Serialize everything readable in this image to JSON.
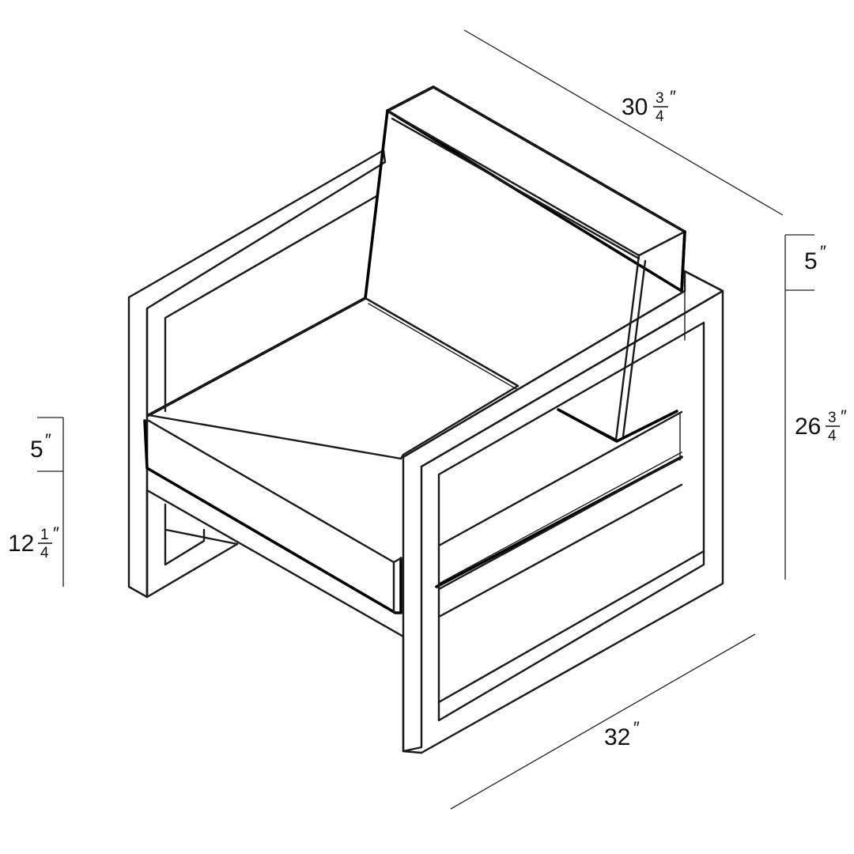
{
  "dimensions": {
    "depth": {
      "whole": "30",
      "numerator": "3",
      "denominator": "4",
      "unit": "″"
    },
    "back_cushion": {
      "whole": "5",
      "numerator": "",
      "denominator": "",
      "unit": "″"
    },
    "total_height": {
      "whole": "26",
      "numerator": "3",
      "denominator": "4",
      "unit": "″"
    },
    "seat_cushion": {
      "whole": "5",
      "numerator": "",
      "denominator": "",
      "unit": "″"
    },
    "seat_height": {
      "whole": "12",
      "numerator": "1",
      "denominator": "4",
      "unit": "″"
    },
    "width": {
      "whole": "32",
      "numerator": "",
      "denominator": "",
      "unit": "″"
    }
  }
}
